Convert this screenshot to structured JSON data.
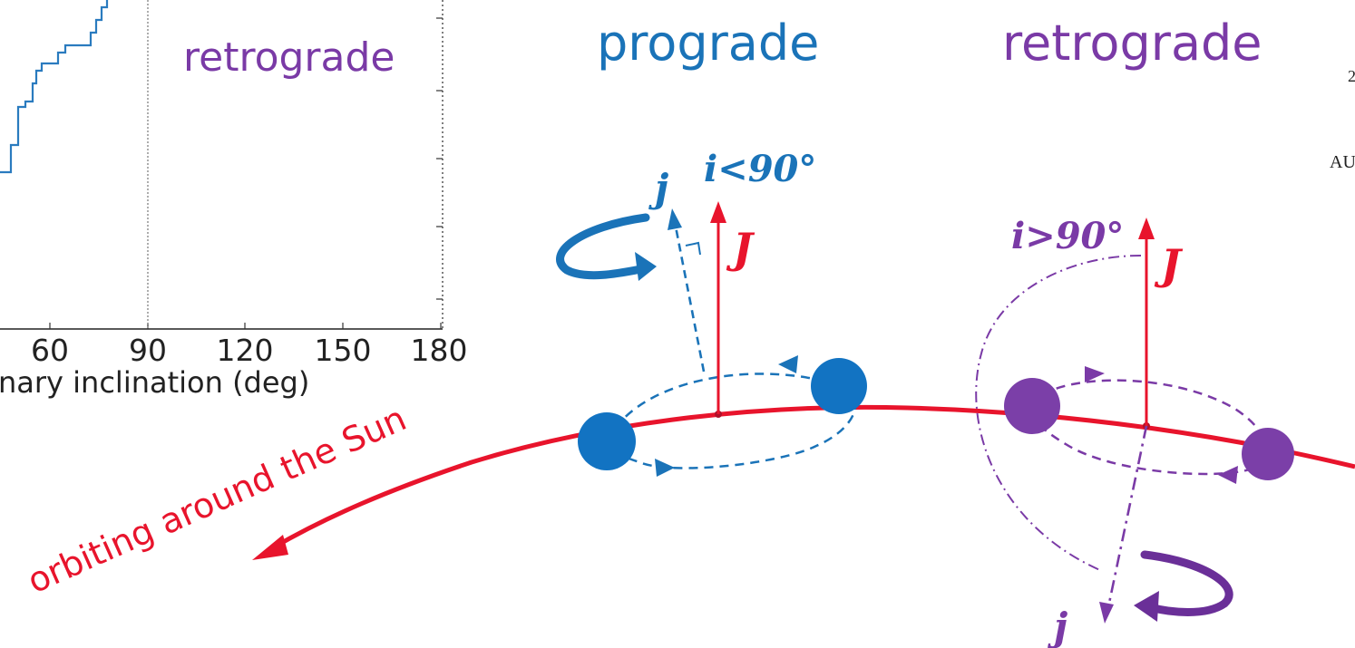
{
  "colors": {
    "prograde": "#1a73b8",
    "retrograde": "#7a3aa6",
    "orbit": "#e8142c",
    "axis": "#222222",
    "frame_dotted": "#888888"
  },
  "histogram": {
    "x_tick_labels": [
      "60",
      "90",
      "120",
      "150",
      "180"
    ],
    "xlabel_fragment": "nary inclination (deg)",
    "region_label": "retrograde",
    "divider_value": 90
  },
  "diagram": {
    "prograde_title": "prograde",
    "retrograde_title": "retrograde",
    "prograde_inclination": "i<90°",
    "retrograde_inclination": "i>90°",
    "prograde_spin_label": "j",
    "retrograde_spin_label": "j",
    "prograde_total_label": "J",
    "retrograde_total_label": "J",
    "orbit_label": "orbiting around the Sun"
  },
  "edge_text": {
    "line1": "2",
    "line2": "AU"
  }
}
